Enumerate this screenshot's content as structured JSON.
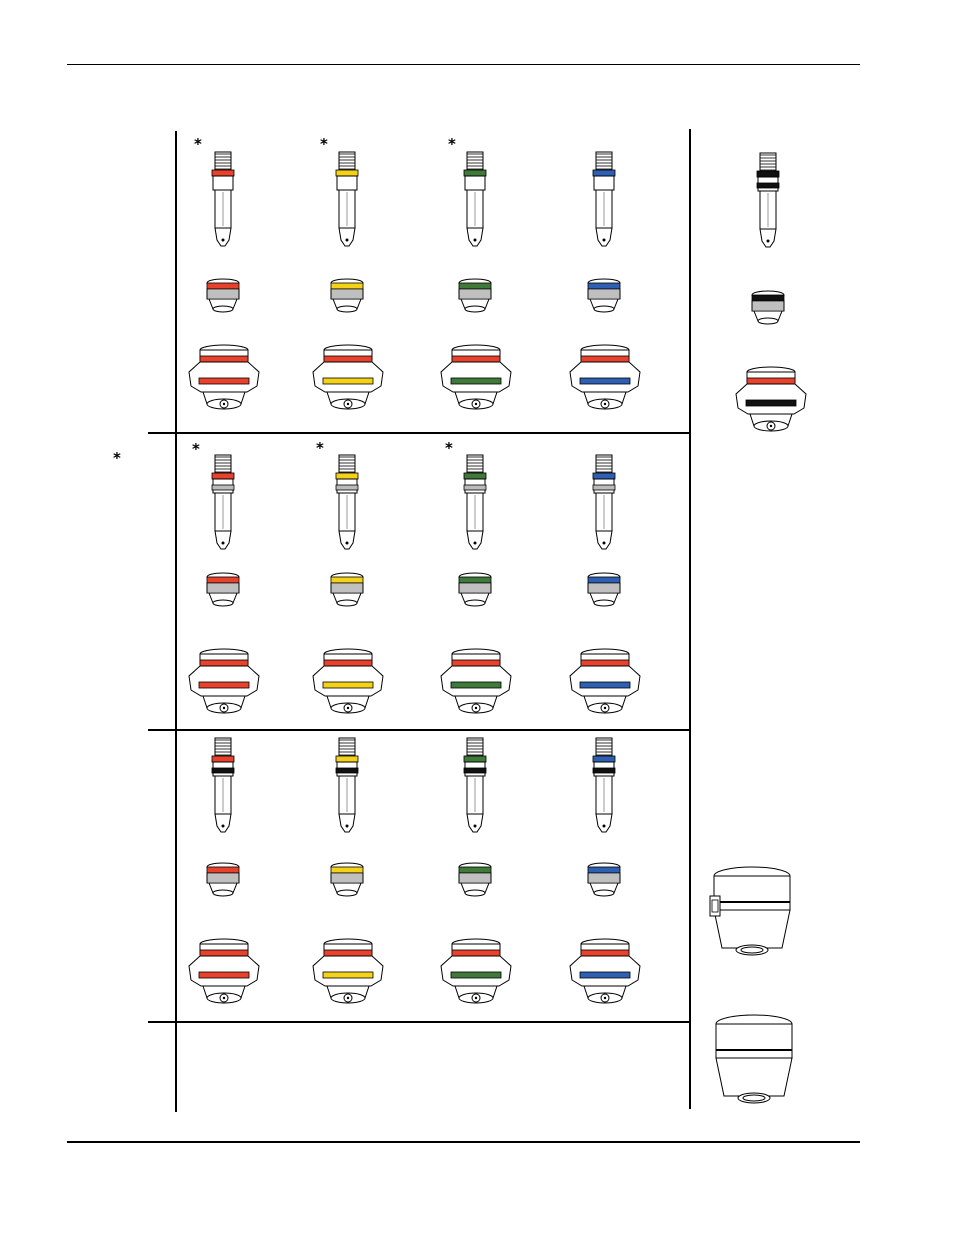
{
  "page": {
    "star_marker": "*",
    "colors": {
      "red": "#e8412c",
      "yellow": "#f5d21a",
      "green": "#3f7a3a",
      "blue": "#2f5fb3",
      "black": "#111111",
      "line": "#000000"
    }
  },
  "grid": {
    "columns": [
      "red",
      "yellow",
      "green",
      "blue"
    ],
    "rows": [
      {
        "type": "a",
        "starred": [
          true,
          true,
          true,
          false
        ]
      },
      {
        "type": "b",
        "starred": [
          true,
          true,
          true,
          false
        ]
      },
      {
        "type": "c",
        "starred": [
          false,
          false,
          false,
          false
        ]
      }
    ]
  },
  "side": {
    "items": [
      "electrode",
      "nozzle",
      "shield",
      "retaining-cap-a",
      "retaining-cap-b"
    ]
  }
}
